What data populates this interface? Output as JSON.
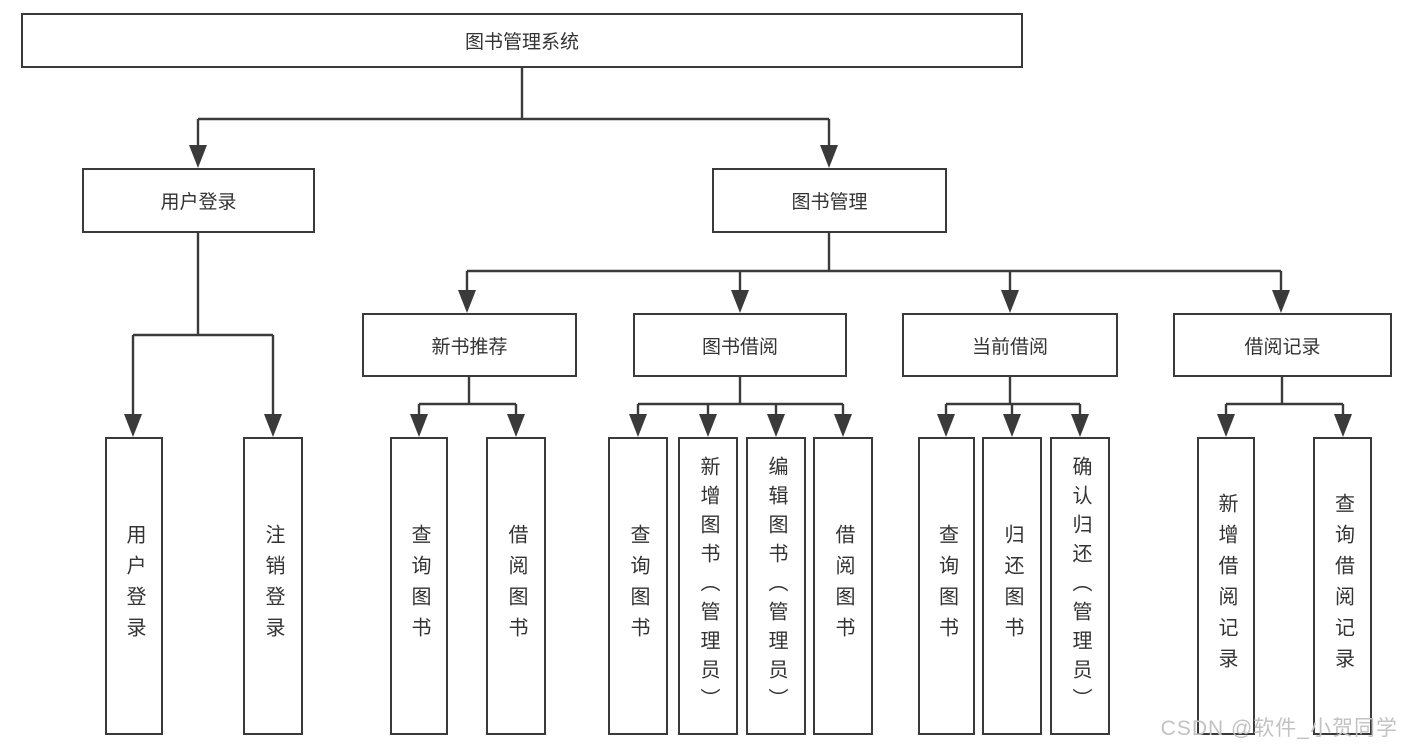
{
  "diagram": {
    "root": {
      "label": "图书管理系统"
    },
    "level2": [
      {
        "id": "user-login",
        "label": "用户登录"
      },
      {
        "id": "book-management",
        "label": "图书管理"
      }
    ],
    "level3": [
      {
        "id": "new-book-recommend",
        "label": "新书推荐"
      },
      {
        "id": "book-borrow",
        "label": "图书借阅"
      },
      {
        "id": "current-borrow",
        "label": "当前借阅"
      },
      {
        "id": "borrow-records",
        "label": "借阅记录"
      }
    ],
    "leaves": [
      {
        "id": "user-login-leaf",
        "label": "用户登录"
      },
      {
        "id": "logout-leaf",
        "label": "注销登录"
      },
      {
        "id": "query-books-recommend",
        "label": "查询图书"
      },
      {
        "id": "borrow-books-recommend",
        "label": "借阅图书"
      },
      {
        "id": "query-books-borrow",
        "label": "查询图书"
      },
      {
        "id": "add-books-admin",
        "label": "新增图书（管理员）"
      },
      {
        "id": "edit-books-admin",
        "label": "编辑图书（管理员）"
      },
      {
        "id": "borrow-books-borrow",
        "label": "借阅图书"
      },
      {
        "id": "query-books-current",
        "label": "查询图书"
      },
      {
        "id": "return-books",
        "label": "归还图书"
      },
      {
        "id": "confirm-return-admin",
        "label": "确认归还（管理员）"
      },
      {
        "id": "add-borrow-record",
        "label": "新增借阅记录"
      },
      {
        "id": "query-borrow-record",
        "label": "查询借阅记录"
      }
    ],
    "watermark": "CSDN @软件_小贺同学",
    "colors": {
      "line": "#3a3a3a",
      "text": "#333333",
      "watermark": "#c2c2c2",
      "background": "#ffffff"
    }
  }
}
